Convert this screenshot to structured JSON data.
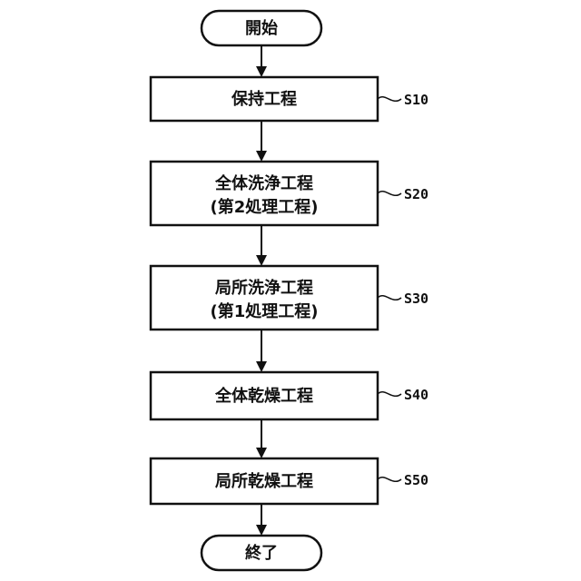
{
  "start": {
    "label": "開始"
  },
  "end": {
    "label": "終了"
  },
  "steps": [
    {
      "lines": [
        "保持工程"
      ],
      "id": "S10"
    },
    {
      "lines": [
        "全体洗浄工程",
        "(第2処理工程)"
      ],
      "id": "S20"
    },
    {
      "lines": [
        "局所洗浄工程",
        "(第1処理工程)"
      ],
      "id": "S30"
    },
    {
      "lines": [
        "全体乾燥工程"
      ],
      "id": "S40"
    },
    {
      "lines": [
        "局所乾燥工程"
      ],
      "id": "S50"
    }
  ]
}
